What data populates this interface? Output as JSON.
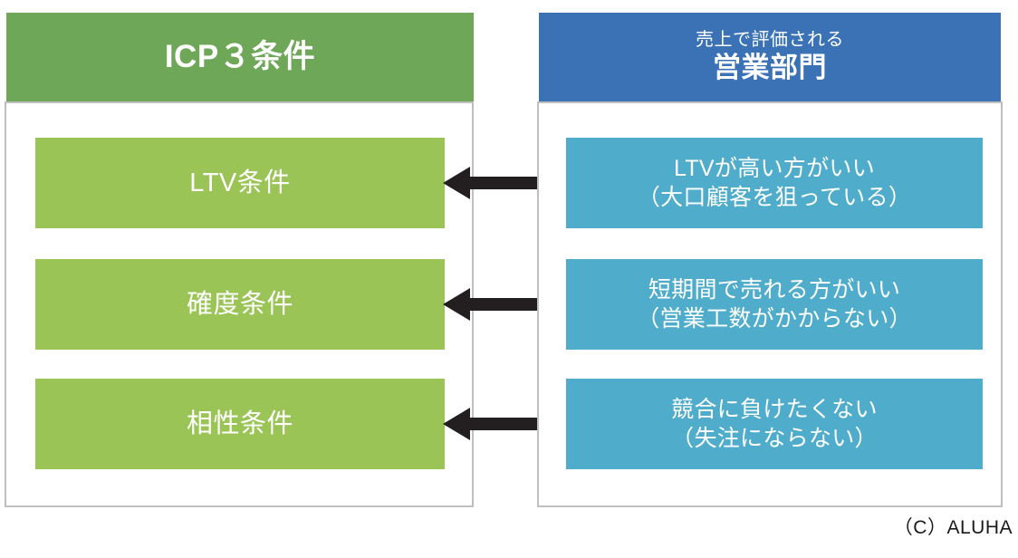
{
  "left_panel": {
    "header_title": "ICP３条件",
    "items": [
      {
        "label": "LTV条件"
      },
      {
        "label": "確度条件"
      },
      {
        "label": "相性条件"
      }
    ]
  },
  "right_panel": {
    "header_sub": "売上で評価される",
    "header_main": "営業部門",
    "items": [
      {
        "line1": "LTVが高い方がいい",
        "line2": "（大口顧客を狙っている）"
      },
      {
        "line1": "短期間で売れる方がいい",
        "line2": "（営業工数がかからない）"
      },
      {
        "line1": "競合に負けたくない",
        "line2": "（失注にならない）"
      }
    ]
  },
  "connectors": [
    {
      "name": "double-arrow-row-1"
    },
    {
      "name": "double-arrow-row-2"
    },
    {
      "name": "double-arrow-row-3"
    }
  ],
  "footer": {
    "copyright": "（C）ALUHA"
  },
  "colors": {
    "header_green": "#6FA759",
    "body_green": "#9BC457",
    "header_blue": "#3B72B6",
    "body_blue": "#4FACCB",
    "panel_border": "#bfbfbf",
    "arrow": "#231f20",
    "text_on_fill": "#ffffff"
  }
}
